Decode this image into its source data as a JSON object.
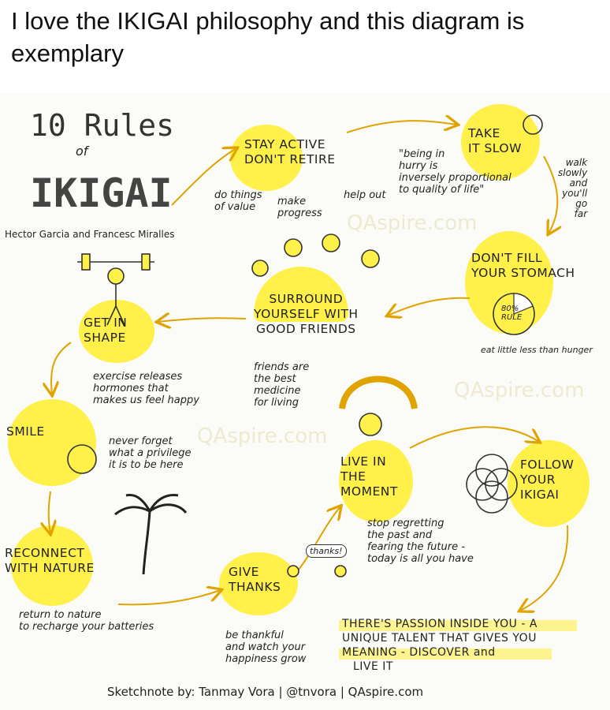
{
  "post": {
    "caption": "I love the IKIGAI philosophy and this diagram is exemplary"
  },
  "header": {
    "title_prefix": "10 Rules",
    "title_of": "of",
    "title_main": "IKIGAI",
    "authors": "Hector Garcia and Francesc Miralles"
  },
  "rules": {
    "stay_active": [
      "STAY ACTIVE",
      "DON'T RETIRE"
    ],
    "take_it_slow": [
      "TAKE",
      "IT SLOW"
    ],
    "dont_fill": [
      "DON'T FILL",
      "YOUR STOMACH"
    ],
    "surround": [
      "SURROUND",
      "YOURSELF WITH",
      "GOOD FRIENDS"
    ],
    "get_in_shape": [
      "GET IN",
      "SHAPE"
    ],
    "smile": "SMILE",
    "reconnect": [
      "RECONNECT",
      "WITH NATURE"
    ],
    "give_thanks": [
      "GIVE",
      "THANKS"
    ],
    "live_moment": [
      "LIVE IN",
      "THE",
      "MOMENT"
    ],
    "follow_ikigai": [
      "FOLLOW",
      "YOUR",
      "IKIGAI"
    ]
  },
  "notes": {
    "do_things": [
      "do things",
      "of value"
    ],
    "make_progress": [
      "make",
      "progress"
    ],
    "help_out": "help out",
    "hurry_quote": [
      "\"being in",
      "hurry is",
      "inversely proportional",
      "to quality of life\""
    ],
    "walk_slowly": [
      "walk",
      "slowly",
      "and",
      "you'll",
      "go",
      "far"
    ],
    "eighty_rule": [
      "80%",
      "RULE"
    ],
    "eat_little": "eat little less than hunger",
    "exercise": [
      "exercise releases",
      "hormones that",
      "makes us feel happy"
    ],
    "friends": [
      "friends are",
      "the best",
      "medicine",
      "for living"
    ],
    "never_forget": [
      "never forget",
      "what a privilege",
      "it is to be here"
    ],
    "stop_regretting": [
      "stop regretting",
      "the past and",
      "fearing the future -",
      "today is all you have"
    ],
    "thanks_bubble": "thanks!",
    "return_nature": [
      "return to nature",
      "to recharge your batteries"
    ],
    "be_thankful": [
      "be thankful",
      "and watch your",
      "happiness grow"
    ],
    "passion": [
      "THERE'S PASSION INSIDE YOU - A",
      "UNIQUE TALENT THAT GIVES YOU",
      "MEANING - DISCOVER and",
      "LIVE IT"
    ]
  },
  "footer": {
    "credit": "Sketchnote by:  Tanmay Vora  |  @tnvora  |  QAspire.com"
  },
  "watermarks": [
    "QAspire.com",
    "QAspire.com",
    "QAspire.com"
  ],
  "colors": {
    "highlight": "#fff04a",
    "ink": "#1d1d1d",
    "accent": "#e0a400"
  }
}
